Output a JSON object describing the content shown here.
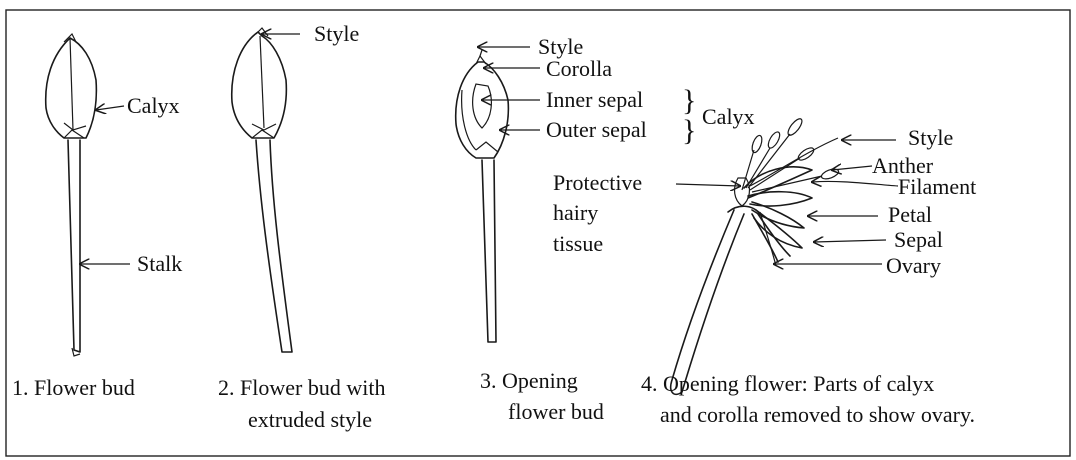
{
  "labels": {
    "calyx": "Calyx",
    "stalk": "Stalk",
    "style_2": "Style",
    "style_3": "Style",
    "corolla": "Corolla",
    "inner_sepal": "Inner sepal",
    "outer_sepal": "Outer sepal",
    "calyx_group": "Calyx",
    "protective_line1": "Protective",
    "protective_line2": "hairy",
    "protective_line3": "tissue",
    "style_4": "Style",
    "anther": "Anther",
    "filament": "Filament",
    "petal": "Petal",
    "sepal": "Sepal",
    "ovary": "Ovary"
  },
  "captions": {
    "fig1": "1. Flower bud",
    "fig2_line1": "2. Flower bud with",
    "fig2_line2": "extruded style",
    "fig3_line1": "3. Opening",
    "fig3_line2": "flower bud",
    "fig4_line1": "4. Opening flower: Parts of calyx",
    "fig4_line2": "and corolla removed to show ovary."
  }
}
